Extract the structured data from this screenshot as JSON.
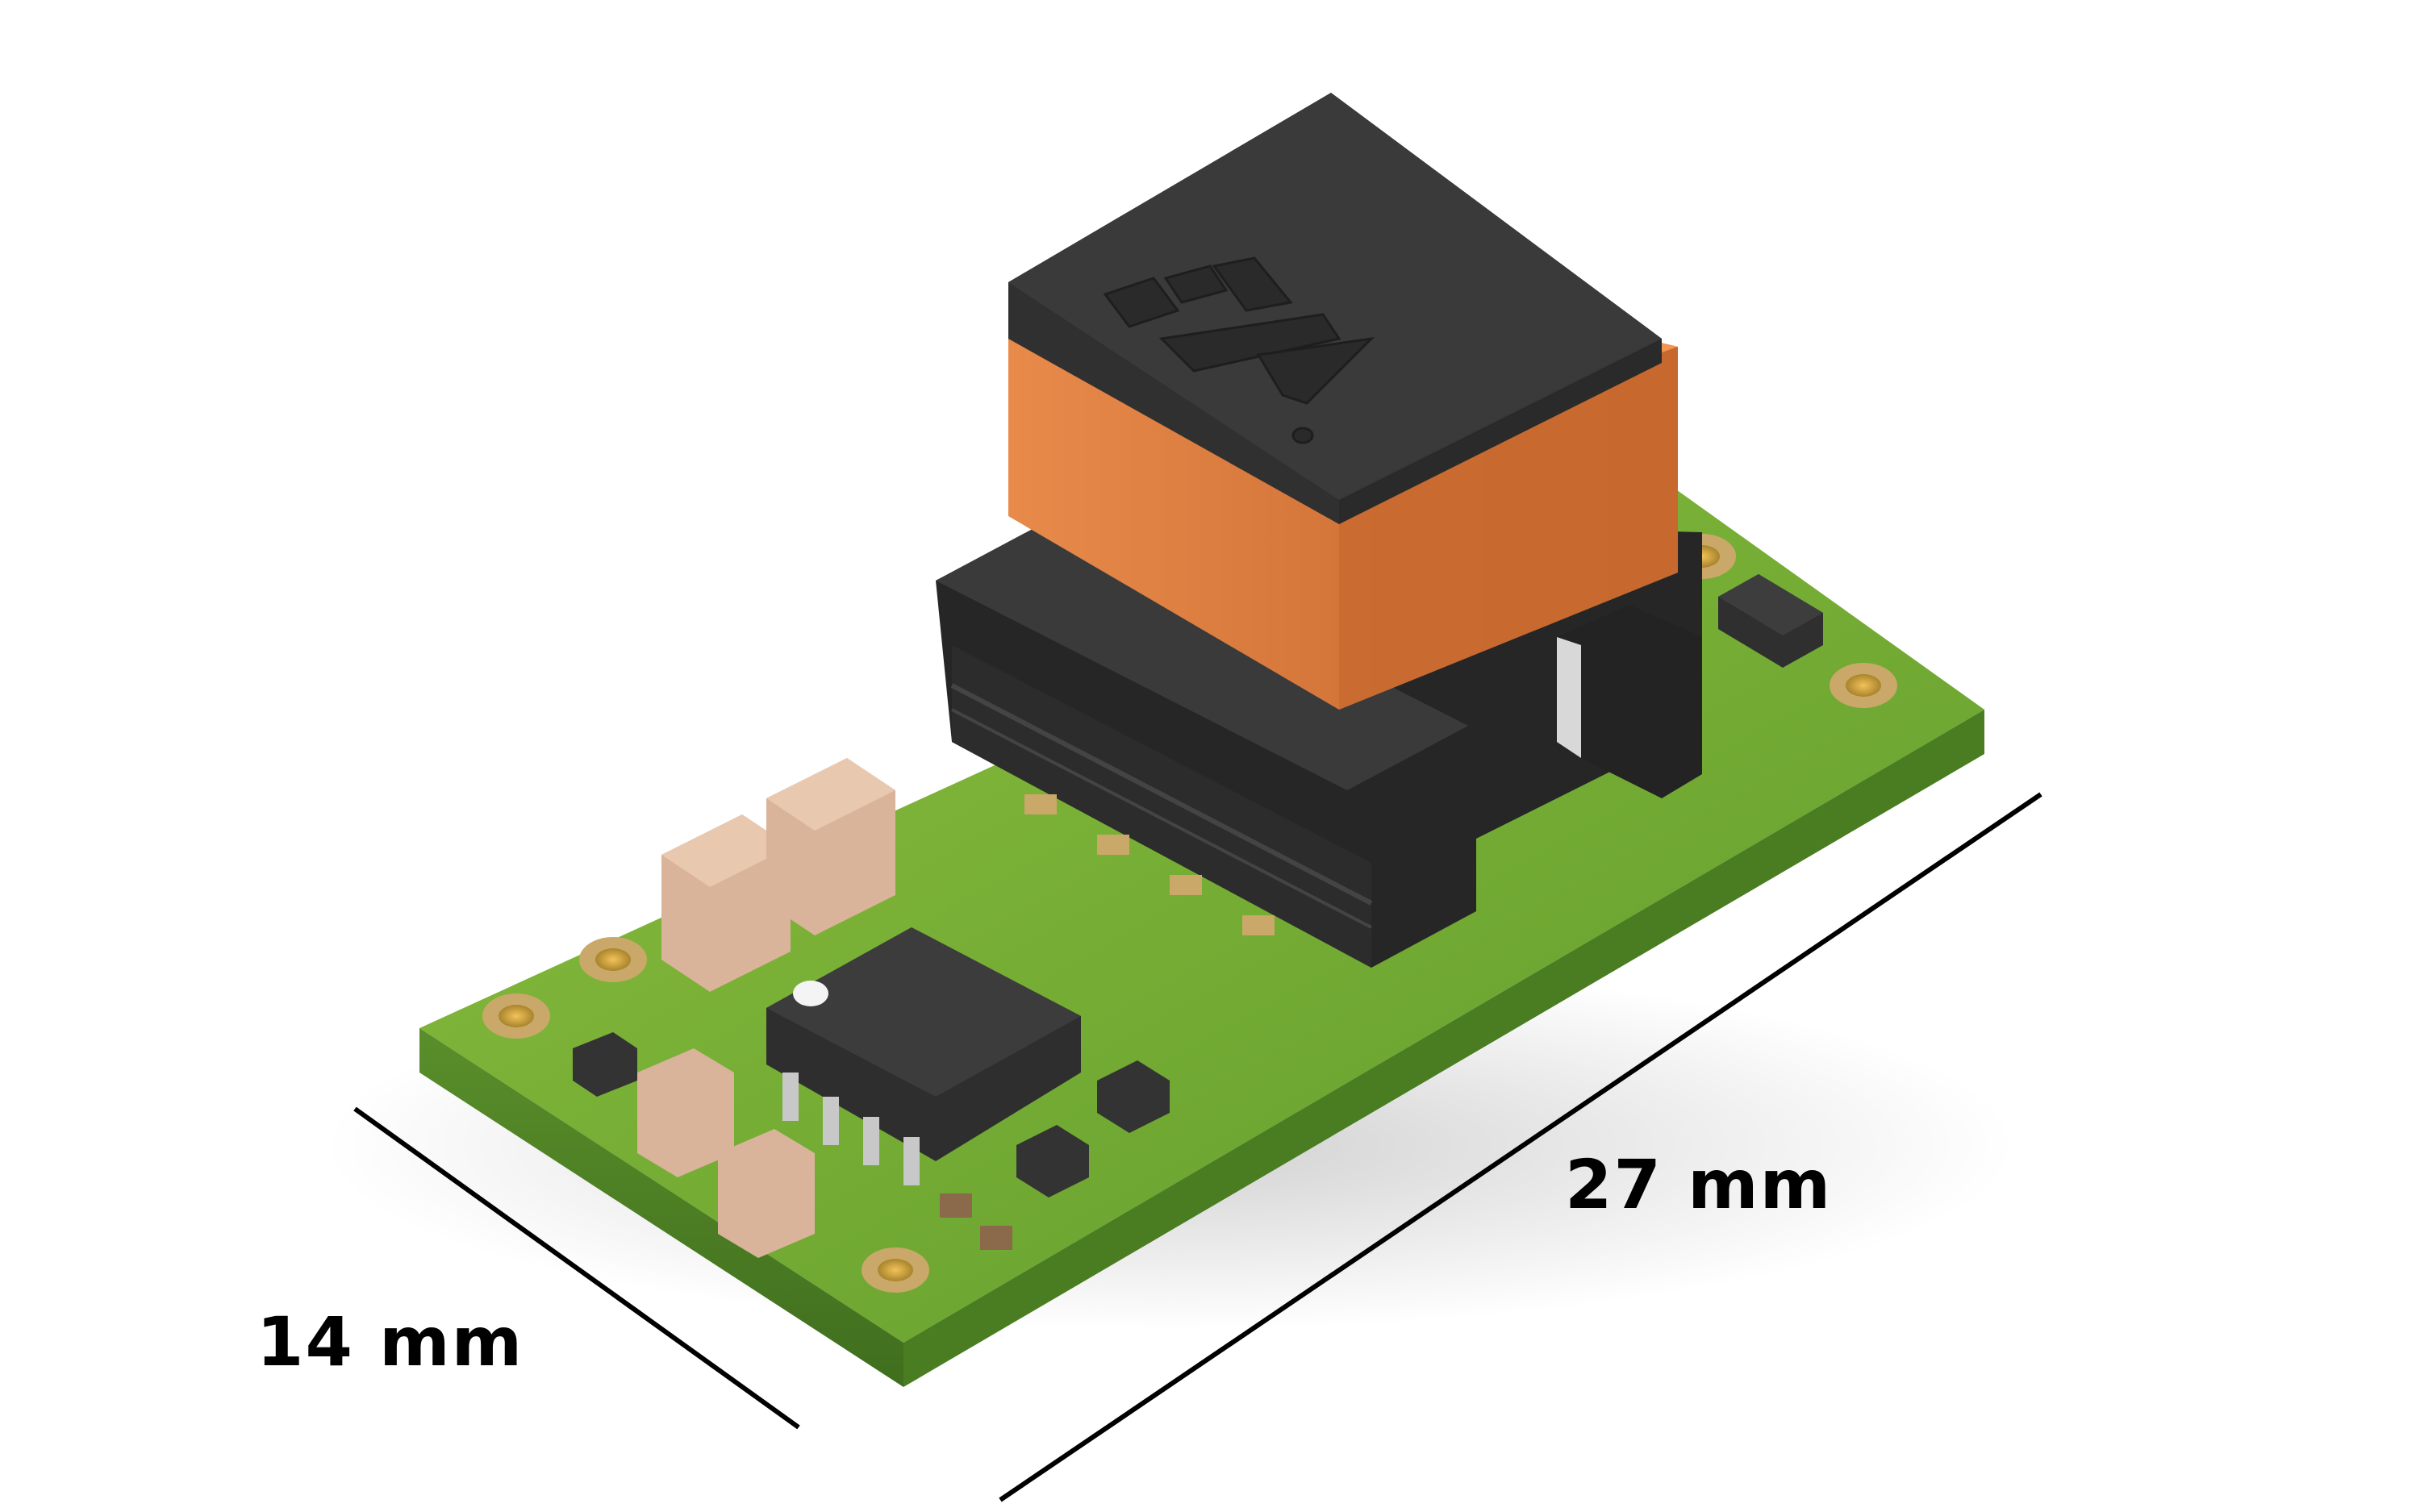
{
  "image": {
    "subject": "PCB power module render with transformer",
    "background_color": "#ffffff"
  },
  "dimensions": {
    "length_label": "27 mm",
    "width_label": "14 mm"
  },
  "components": {
    "transformer_logo": "logo-mark",
    "transformer_core_color": "#3a3a3a",
    "transformer_bobbin_color": "#e07a34",
    "pcb_color": "#6fa832",
    "pad_color": "#c9a86a",
    "ic_color": "#333333",
    "capacitor_color": "#d9b39a"
  }
}
